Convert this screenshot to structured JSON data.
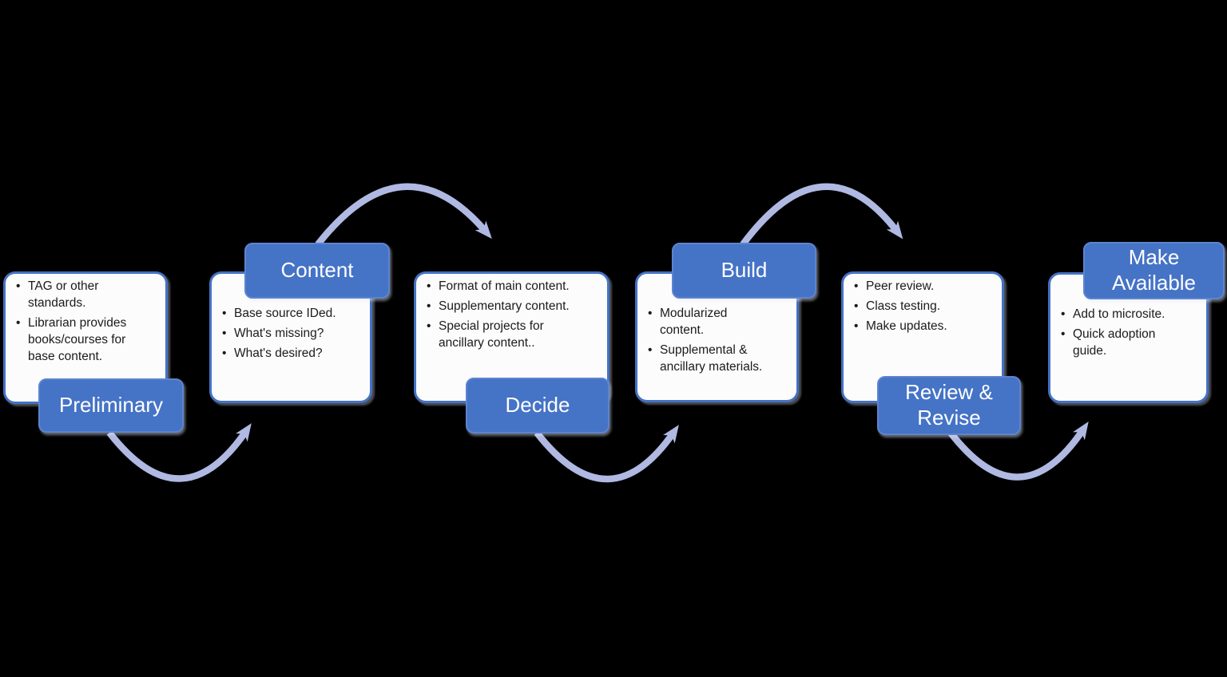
{
  "diagram": {
    "background_color": "#000000",
    "accent_blue": "#4573c6",
    "card_border_blue": "#4472c4",
    "arrow_color": "#afb9e2",
    "stages": [
      {
        "label": "Preliminary",
        "label_position": "bottom",
        "bullets": [
          "TAG or other\nstandards.",
          "Librarian provides\nbooks/courses for\nbase content."
        ]
      },
      {
        "label": "Content",
        "label_position": "top",
        "bullets": [
          "Base source IDed.",
          "What's missing?",
          "What's desired?"
        ]
      },
      {
        "label": "Decide",
        "label_position": "bottom",
        "bullets": [
          "Format of main content.",
          "Supplementary content.",
          "Special projects for\nancillary content.."
        ]
      },
      {
        "label": "Build",
        "label_position": "top",
        "bullets": [
          "Modularized\ncontent.",
          "Supplemental &\nancillary materials."
        ]
      },
      {
        "label": "Review & Revise",
        "label_position": "bottom",
        "bullets": [
          "Peer review.",
          "Class testing.",
          "Make updates."
        ]
      },
      {
        "label": "Make Available",
        "label_position": "top",
        "bullets": [
          "Add to microsite.",
          "Quick adoption\nguide."
        ]
      }
    ],
    "connections": [
      {
        "from": "Preliminary",
        "to": "Content",
        "arc": "bottom"
      },
      {
        "from": "Content",
        "to": "Decide",
        "arc": "top"
      },
      {
        "from": "Decide",
        "to": "Build",
        "arc": "bottom"
      },
      {
        "from": "Build",
        "to": "Review & Revise",
        "arc": "top"
      },
      {
        "from": "Review & Revise",
        "to": "Make Available",
        "arc": "bottom"
      }
    ]
  }
}
